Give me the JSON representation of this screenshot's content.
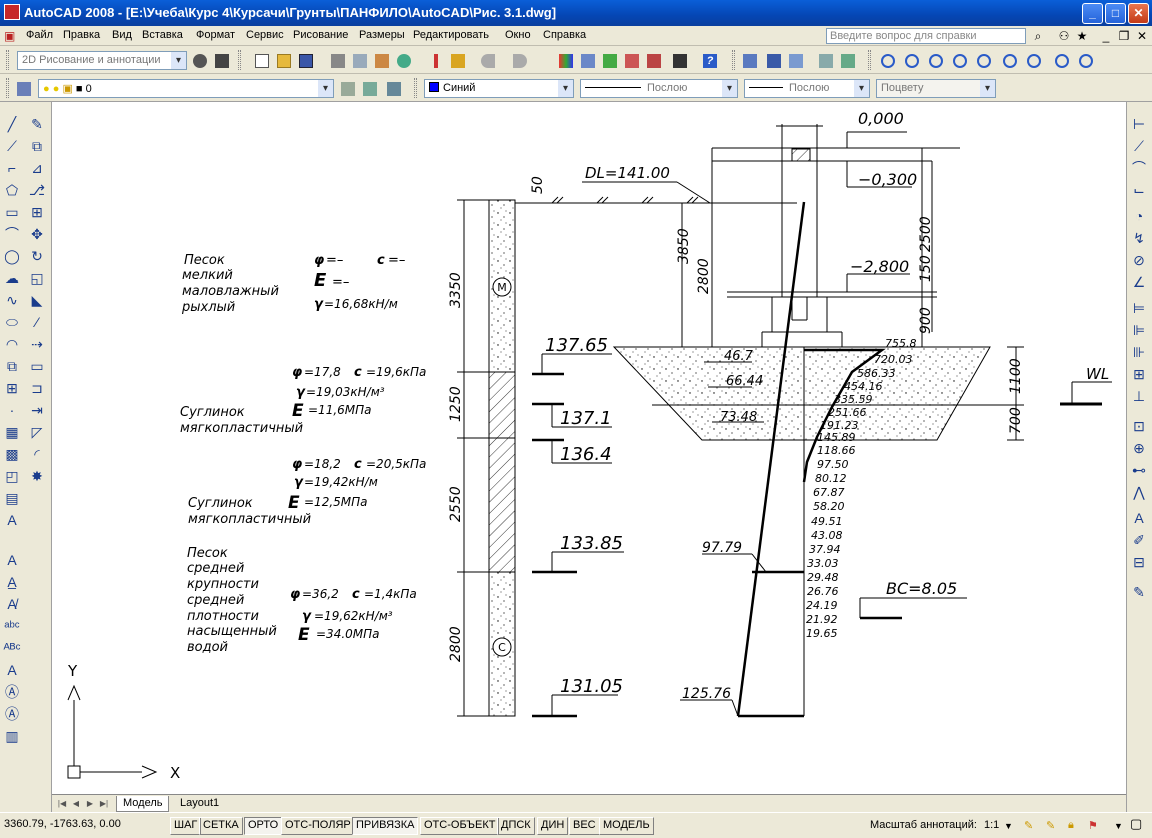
{
  "window": {
    "title": "AutoCAD 2008 - [E:\\Учеба\\Курс 4\\Курсачи\\Грунты\\ПАНФИЛО\\AutoCAD\\Рис. 3.1.dwg]",
    "minimize": "_",
    "maximize": "□",
    "close": "✕"
  },
  "menu": {
    "items": [
      "Файл",
      "Правка",
      "Вид",
      "Вставка",
      "Формат",
      "Сервис",
      "Рисование",
      "Размеры",
      "Редактировать",
      "Окно",
      "Справка"
    ],
    "help_placeholder": "Введите вопрос для справки"
  },
  "toolbar": {
    "workspace": "2D Рисование и аннотации",
    "layer": "0",
    "color": "Синий",
    "linetype": "Послою",
    "lineweight": "Послою",
    "plotstyle": "Поцвету"
  },
  "drawing": {
    "left_dims": [
      "3350",
      "1250",
      "2550",
      "2800"
    ],
    "dim_50": "50",
    "dl": "DL=141.00",
    "top_right_dims": [
      "0,000",
      "−0,300",
      "−2,800"
    ],
    "vert_dims": [
      "3850",
      "2800",
      "2500",
      "150",
      "900",
      "1100",
      "700"
    ],
    "wl": "WL",
    "elevations": [
      "137.65",
      "137.1",
      "136.4",
      "133.85",
      "131.05"
    ],
    "bc": "BC=8.05",
    "plot_left_values": [
      "46.7",
      "66.44",
      "73.48"
    ],
    "stress_values": [
      "755.8",
      "720.03",
      "586.33",
      "454.16",
      "335.59",
      "251.66",
      "191.23",
      "145.89",
      "118.66",
      "97.50",
      "80.12",
      "67.87",
      "58.20",
      "49.51",
      "43.08",
      "37.94",
      "33.03",
      "29.48",
      "26.76",
      "24.19",
      "21.92",
      "19.65"
    ],
    "marker_9779": "97.79",
    "marker_12576": "125.76",
    "borehole_symbols": [
      "М",
      "С"
    ],
    "soils": [
      {
        "name": [
          "Песок",
          "мелкий",
          "маловлажный",
          "рыхлый"
        ],
        "phi": "=–",
        "c": "=–",
        "e": "=–",
        "gamma": "=16,68кН/м"
      },
      {
        "name": [
          "Суглинок",
          "мягкопластичный"
        ],
        "phi": "=17,8",
        "c": "=19,6кПа",
        "gamma": "=19,03кН/м³",
        "e": "=11,6МПа"
      },
      {
        "name": [
          "Суглинок",
          "мягкопластичный"
        ],
        "phi": "=18,2",
        "c": "=20,5кПа",
        "gamma": "=19,42кН/м",
        "e": "=12,5МПа"
      },
      {
        "name": [
          "Песок",
          "средней",
          "крупности",
          "средней",
          "плотности",
          "насыщенный",
          "водой"
        ],
        "phi": "=36,2",
        "c": "=1,4кПа",
        "gamma": "=19,62кН/м³",
        "e": "=34.0МПа"
      }
    ],
    "axis_x": "X",
    "axis_y": "Y"
  },
  "tabs": [
    "Модель",
    "Layout1"
  ],
  "status": {
    "coords": "3360.79, -1763.63, 0.00",
    "buttons": [
      "ШАГ",
      "СЕТКА",
      "ОРТО",
      "ОТС-ПОЛЯР",
      "ПРИВЯЗКА",
      "ОТС-ОБЪЕКТ",
      "ДПСК",
      "ДИН",
      "ВЕС",
      "МОДЕЛЬ"
    ],
    "scale_label": "Масштаб аннотаций:",
    "scale_value": "1:1"
  }
}
